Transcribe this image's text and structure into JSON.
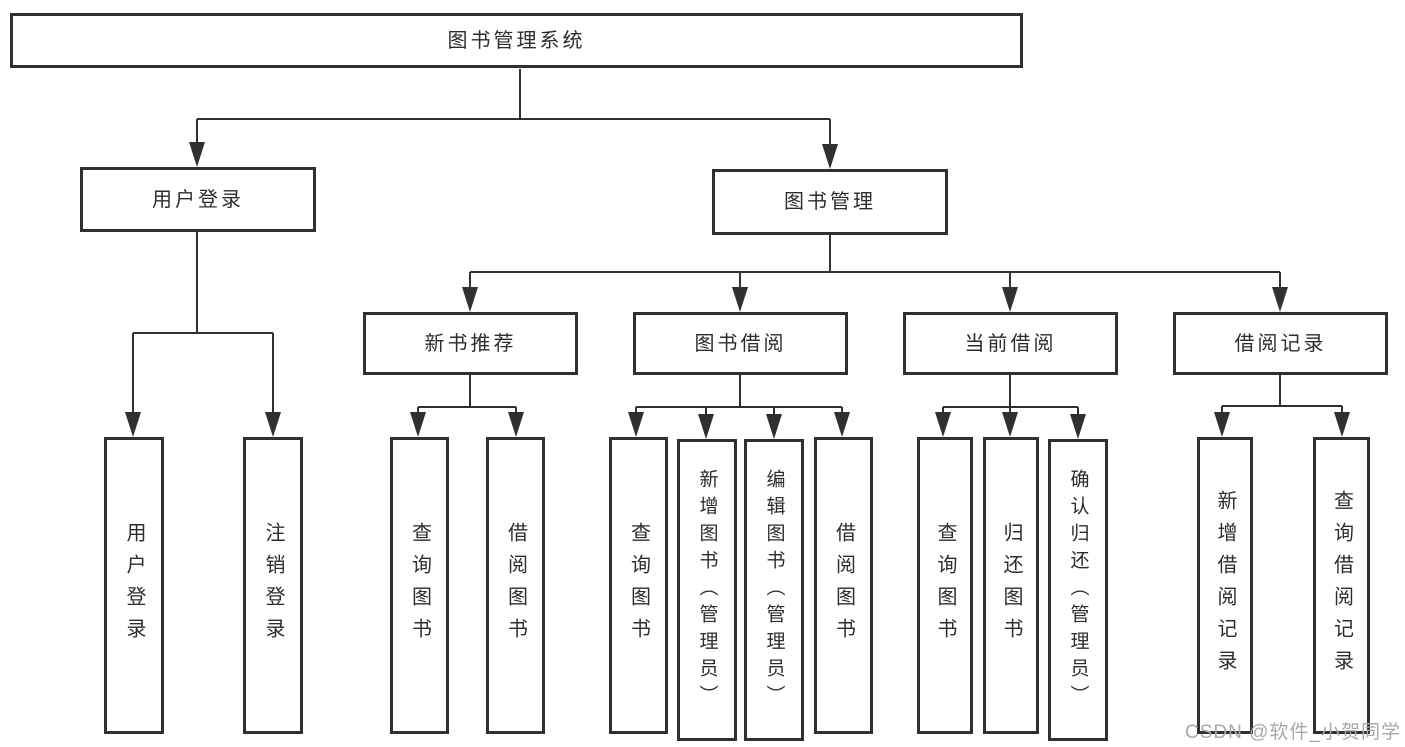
{
  "diagram": {
    "title": "图书管理系统",
    "nodes": [
      {
        "id": "root",
        "label": "图书管理系统"
      },
      {
        "id": "user-login",
        "label": "用户登录"
      },
      {
        "id": "book-management",
        "label": "图书管理"
      },
      {
        "id": "new-book-recommend",
        "label": "新书推荐"
      },
      {
        "id": "book-borrowing",
        "label": "图书借阅"
      },
      {
        "id": "current-borrowing",
        "label": "当前借阅"
      },
      {
        "id": "borrowing-records",
        "label": "借阅记录"
      },
      {
        "id": "leaf-user-login",
        "label": "用户登录"
      },
      {
        "id": "leaf-logout",
        "label": "注销登录"
      },
      {
        "id": "leaf-query-books-recommend",
        "label": "查询图书"
      },
      {
        "id": "leaf-borrow-books-recommend",
        "label": "借阅图书"
      },
      {
        "id": "leaf-query-books-borrowing",
        "label": "查询图书"
      },
      {
        "id": "leaf-add-books-admin",
        "label": "新增图书（管理员）"
      },
      {
        "id": "leaf-edit-books-admin",
        "label": "编辑图书（管理员）"
      },
      {
        "id": "leaf-borrow-books-borrowing",
        "label": "借阅图书"
      },
      {
        "id": "leaf-query-books-current",
        "label": "查询图书"
      },
      {
        "id": "leaf-return-books",
        "label": "归还图书"
      },
      {
        "id": "leaf-confirm-return-admin",
        "label": "确认归还（管理员）"
      },
      {
        "id": "leaf-add-borrow-record",
        "label": "新增借阅记录"
      },
      {
        "id": "leaf-query-borrow-record",
        "label": "查询借阅记录"
      }
    ]
  },
  "watermark": {
    "text": "CSDN @软件_小贺同学"
  },
  "colors": {
    "line": "#303030",
    "text": "#2d2d2d",
    "watermark": "#a9a9a9",
    "background": "#ffffff"
  }
}
